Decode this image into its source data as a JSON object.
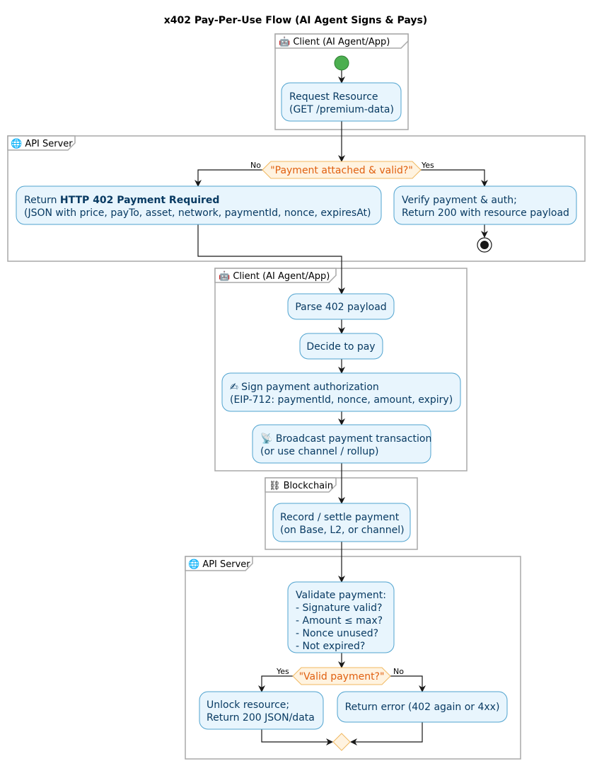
{
  "title": "x402 Pay-Per-Use Flow (AI Agent Signs & Pays)",
  "partitions": {
    "client1": "🤖 Client (AI Agent/App)",
    "server1": "🌐 API Server",
    "client2": "🤖 Client (AI Agent/App)",
    "chain": "⛓ Blockchain",
    "server2": "🌐 API Server"
  },
  "activities": {
    "request": [
      "Request Resource",
      "(GET /premium-data)"
    ],
    "return402": {
      "line1_prefix": "Return ",
      "line1_bold": "HTTP 402 Payment Required",
      "line2": "(JSON with price, payTo, asset, network, paymentId, nonce, expiresAt)"
    },
    "verify": [
      "Verify payment & auth;",
      "Return 200 with resource payload"
    ],
    "parse": "Parse 402 payload",
    "decide": "Decide to pay",
    "sign": [
      "✍ Sign payment authorization",
      "(EIP-712: paymentId, nonce, amount, expiry)"
    ],
    "broadcast": [
      "📡 Broadcast payment transaction",
      "(or use channel / rollup)"
    ],
    "record": [
      "Record / settle payment",
      "(on Base, L2, or channel)"
    ],
    "validate": [
      "Validate payment:",
      "- Signature valid?",
      "- Amount ≤ max?",
      "- Nonce unused?",
      "- Not expired?"
    ],
    "unlock": [
      "Unlock resource;",
      "Return 200 JSON/data"
    ],
    "error": "Return error (402 again or 4xx)"
  },
  "decisions": {
    "attached": {
      "label": "\"Payment attached & valid?\"",
      "no": "No",
      "yes": "Yes"
    },
    "valid": {
      "label": "\"Valid payment?\"",
      "yes": "Yes",
      "no": "No"
    }
  },
  "colors": {
    "start_node": "#4caf50",
    "activity_fill": "#e8f5fd",
    "activity_border": "#4fa3cf",
    "activity_text": "#083a62",
    "decision_fill": "#fff3e0",
    "decision_border": "#f0b860",
    "decision_text": "#e06010"
  }
}
